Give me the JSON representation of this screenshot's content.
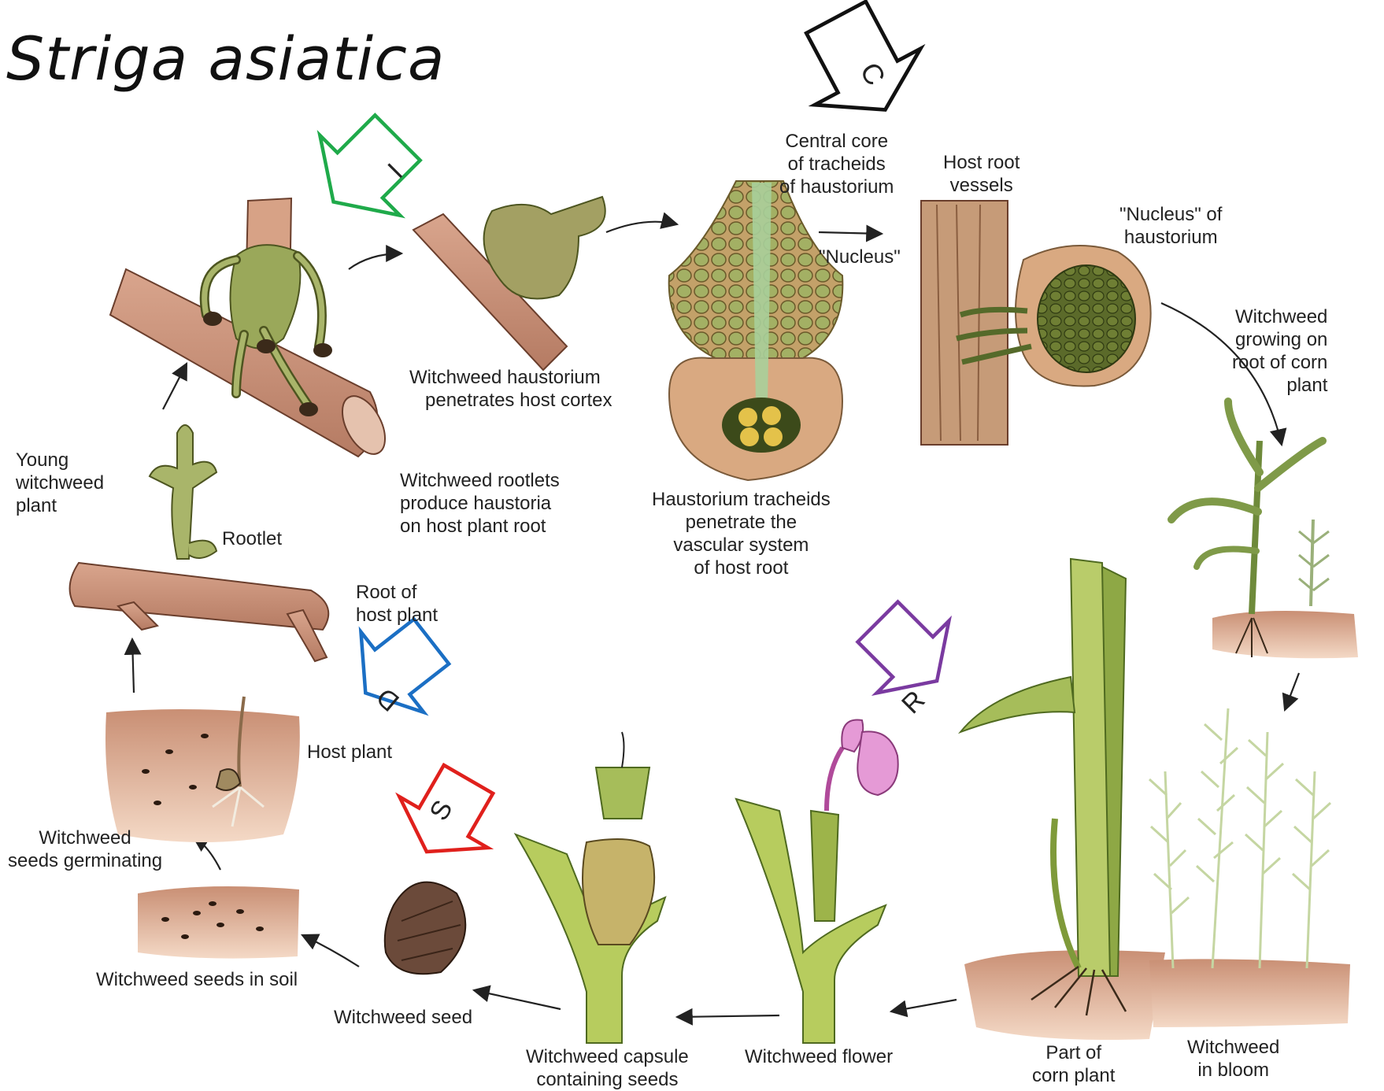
{
  "title": "Striga asiatica",
  "colors": {
    "soil": "#d9a98a",
    "root": "#c8917a",
    "plant_green": "#a9bf6a",
    "dark_green": "#6e7f2e",
    "tracheid": "#a3b064",
    "seed": "#6b4a3a",
    "flower": "#e59ad6",
    "arrow_I": "#1faa4a",
    "arrow_C": "#111111",
    "arrow_D": "#1b6fc4",
    "arrow_R": "#7a3aa0",
    "arrow_S": "#e0201c"
  },
  "marker_arrows": [
    {
      "letter": "I",
      "color": "#1faa4a"
    },
    {
      "letter": "C",
      "color": "#111111"
    },
    {
      "letter": "D",
      "color": "#1b6fc4"
    },
    {
      "letter": "R",
      "color": "#7a3aa0"
    },
    {
      "letter": "S",
      "color": "#e0201c"
    }
  ],
  "labels": {
    "haustorium_penetrates": [
      "Witchweed haustorium",
      "penetrates host cortex"
    ],
    "central_core": [
      "Central core",
      "of tracheids",
      "of haustorium"
    ],
    "host_root_vessels": [
      "Host root",
      "vessels"
    ],
    "nucleus": "\"Nucleus\"",
    "nucleus_of_haustorium": [
      "\"Nucleus\" of",
      "haustorium"
    ],
    "growing_on_root": [
      "Witchweed",
      "growing on",
      "root of corn",
      "plant"
    ],
    "tracheids_penetrate": [
      "Haustorium tracheids",
      "penetrate the",
      "vascular system",
      "of host root"
    ],
    "rootlets_produce": [
      "Witchweed rootlets",
      "produce haustoria",
      "on host plant root"
    ],
    "young_plant": [
      "Young",
      "witchweed",
      "plant"
    ],
    "rootlet": "Rootlet",
    "root_of_host": [
      "Root of",
      "host plant"
    ],
    "host_plant": "Host plant",
    "seeds_germinating": [
      "Witchweed",
      "seeds germinating"
    ],
    "seeds_in_soil": "Witchweed seeds in soil",
    "seed": "Witchweed seed",
    "capsule": [
      "Witchweed capsule",
      "containing seeds"
    ],
    "flower": "Witchweed flower",
    "corn_plant": [
      "Part of",
      "corn plant"
    ],
    "in_bloom": [
      "Witchweed",
      "in bloom"
    ]
  }
}
